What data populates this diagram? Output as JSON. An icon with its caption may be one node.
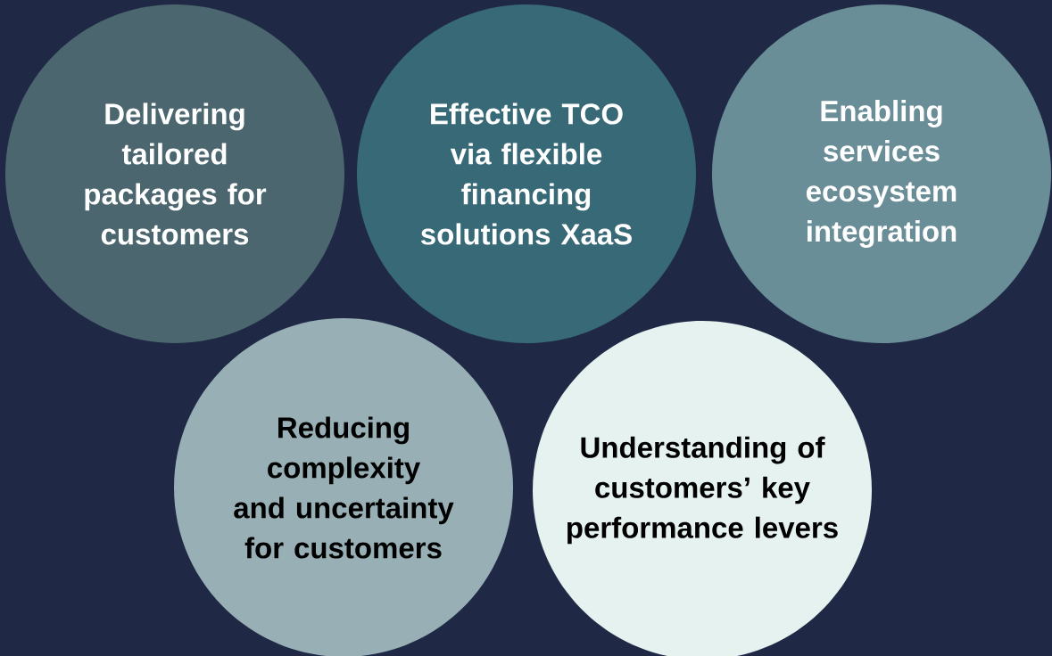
{
  "diagram": {
    "nodes": [
      {
        "text": [
          "Delivering tailored packages for customers"
        ]
      },
      {
        "text": [
          "Effective TCO via flexible financing solutions XaaS"
        ]
      },
      {
        "text": [
          "Enabling services ecosystem integration"
        ]
      },
      {
        "text": [
          "Reducing complexity and uncertainty for customers"
        ]
      },
      {
        "text": [
          "Understanding of customers’ key performance levers"
        ]
      }
    ]
  }
}
